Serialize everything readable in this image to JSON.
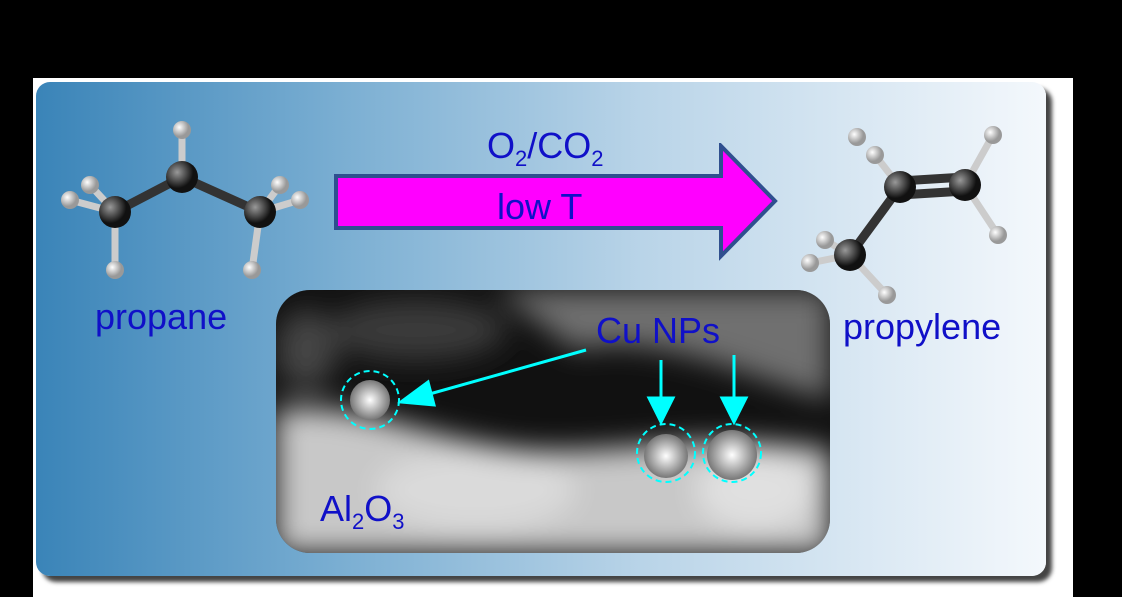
{
  "reactant": {
    "label": "propane"
  },
  "product": {
    "label": "propylene"
  },
  "arrow": {
    "top_text_main": "O",
    "top_sub1": "2",
    "top_mid": "/CO",
    "top_sub2": "2",
    "inner_text": "low T",
    "fill_color": "#ff00ff",
    "border_color": "#2f4f8f"
  },
  "inset": {
    "callout": "Cu NPs",
    "support_main": "Al",
    "support_sub1": "2",
    "support_mid": "O",
    "support_sub2": "3",
    "callout_color": "#00ffff"
  },
  "text_color": "#1010c8"
}
